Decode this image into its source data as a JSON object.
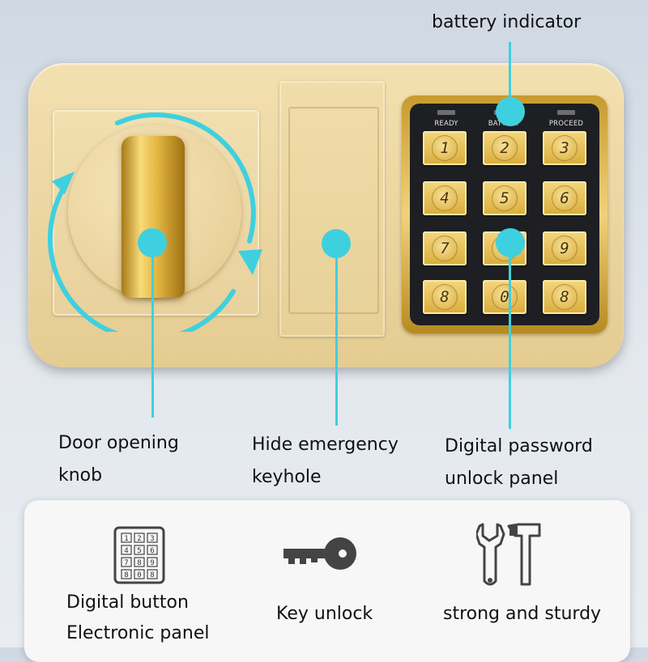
{
  "labels": {
    "battery_indicator": "battery indicator",
    "knob_line1": "Door opening",
    "knob_line2": "knob",
    "keyhole_line1": "Hide emergency",
    "keyhole_line2": "keyhole",
    "panel_line1": "Digital password",
    "panel_line2": "unlock panel"
  },
  "keypad": {
    "indicators": [
      "READY",
      "BATTERY",
      "PROCEED"
    ],
    "keys": [
      "1",
      "2",
      "3",
      "4",
      "5",
      "6",
      "7",
      "8",
      "9",
      "8",
      "0",
      "8"
    ]
  },
  "features": {
    "digital_line1": "Digital button",
    "digital_line2": "Electronic panel",
    "key_label": "Key unlock",
    "sturdy_label": "strong and sturdy",
    "mini_keys": [
      "1",
      "2",
      "3",
      "4",
      "5",
      "6",
      "7",
      "8",
      "9",
      "8",
      "0",
      "8"
    ]
  },
  "icons": [
    "rotate-arrows-icon",
    "keypad-icon",
    "key-icon",
    "wrench-icon",
    "hammer-icon"
  ],
  "colors": {
    "accent": "#3fd0df",
    "plate": "#ecd7a2",
    "keypad_bg": "#1e1f22",
    "key_gold": "#d9ac3b"
  }
}
